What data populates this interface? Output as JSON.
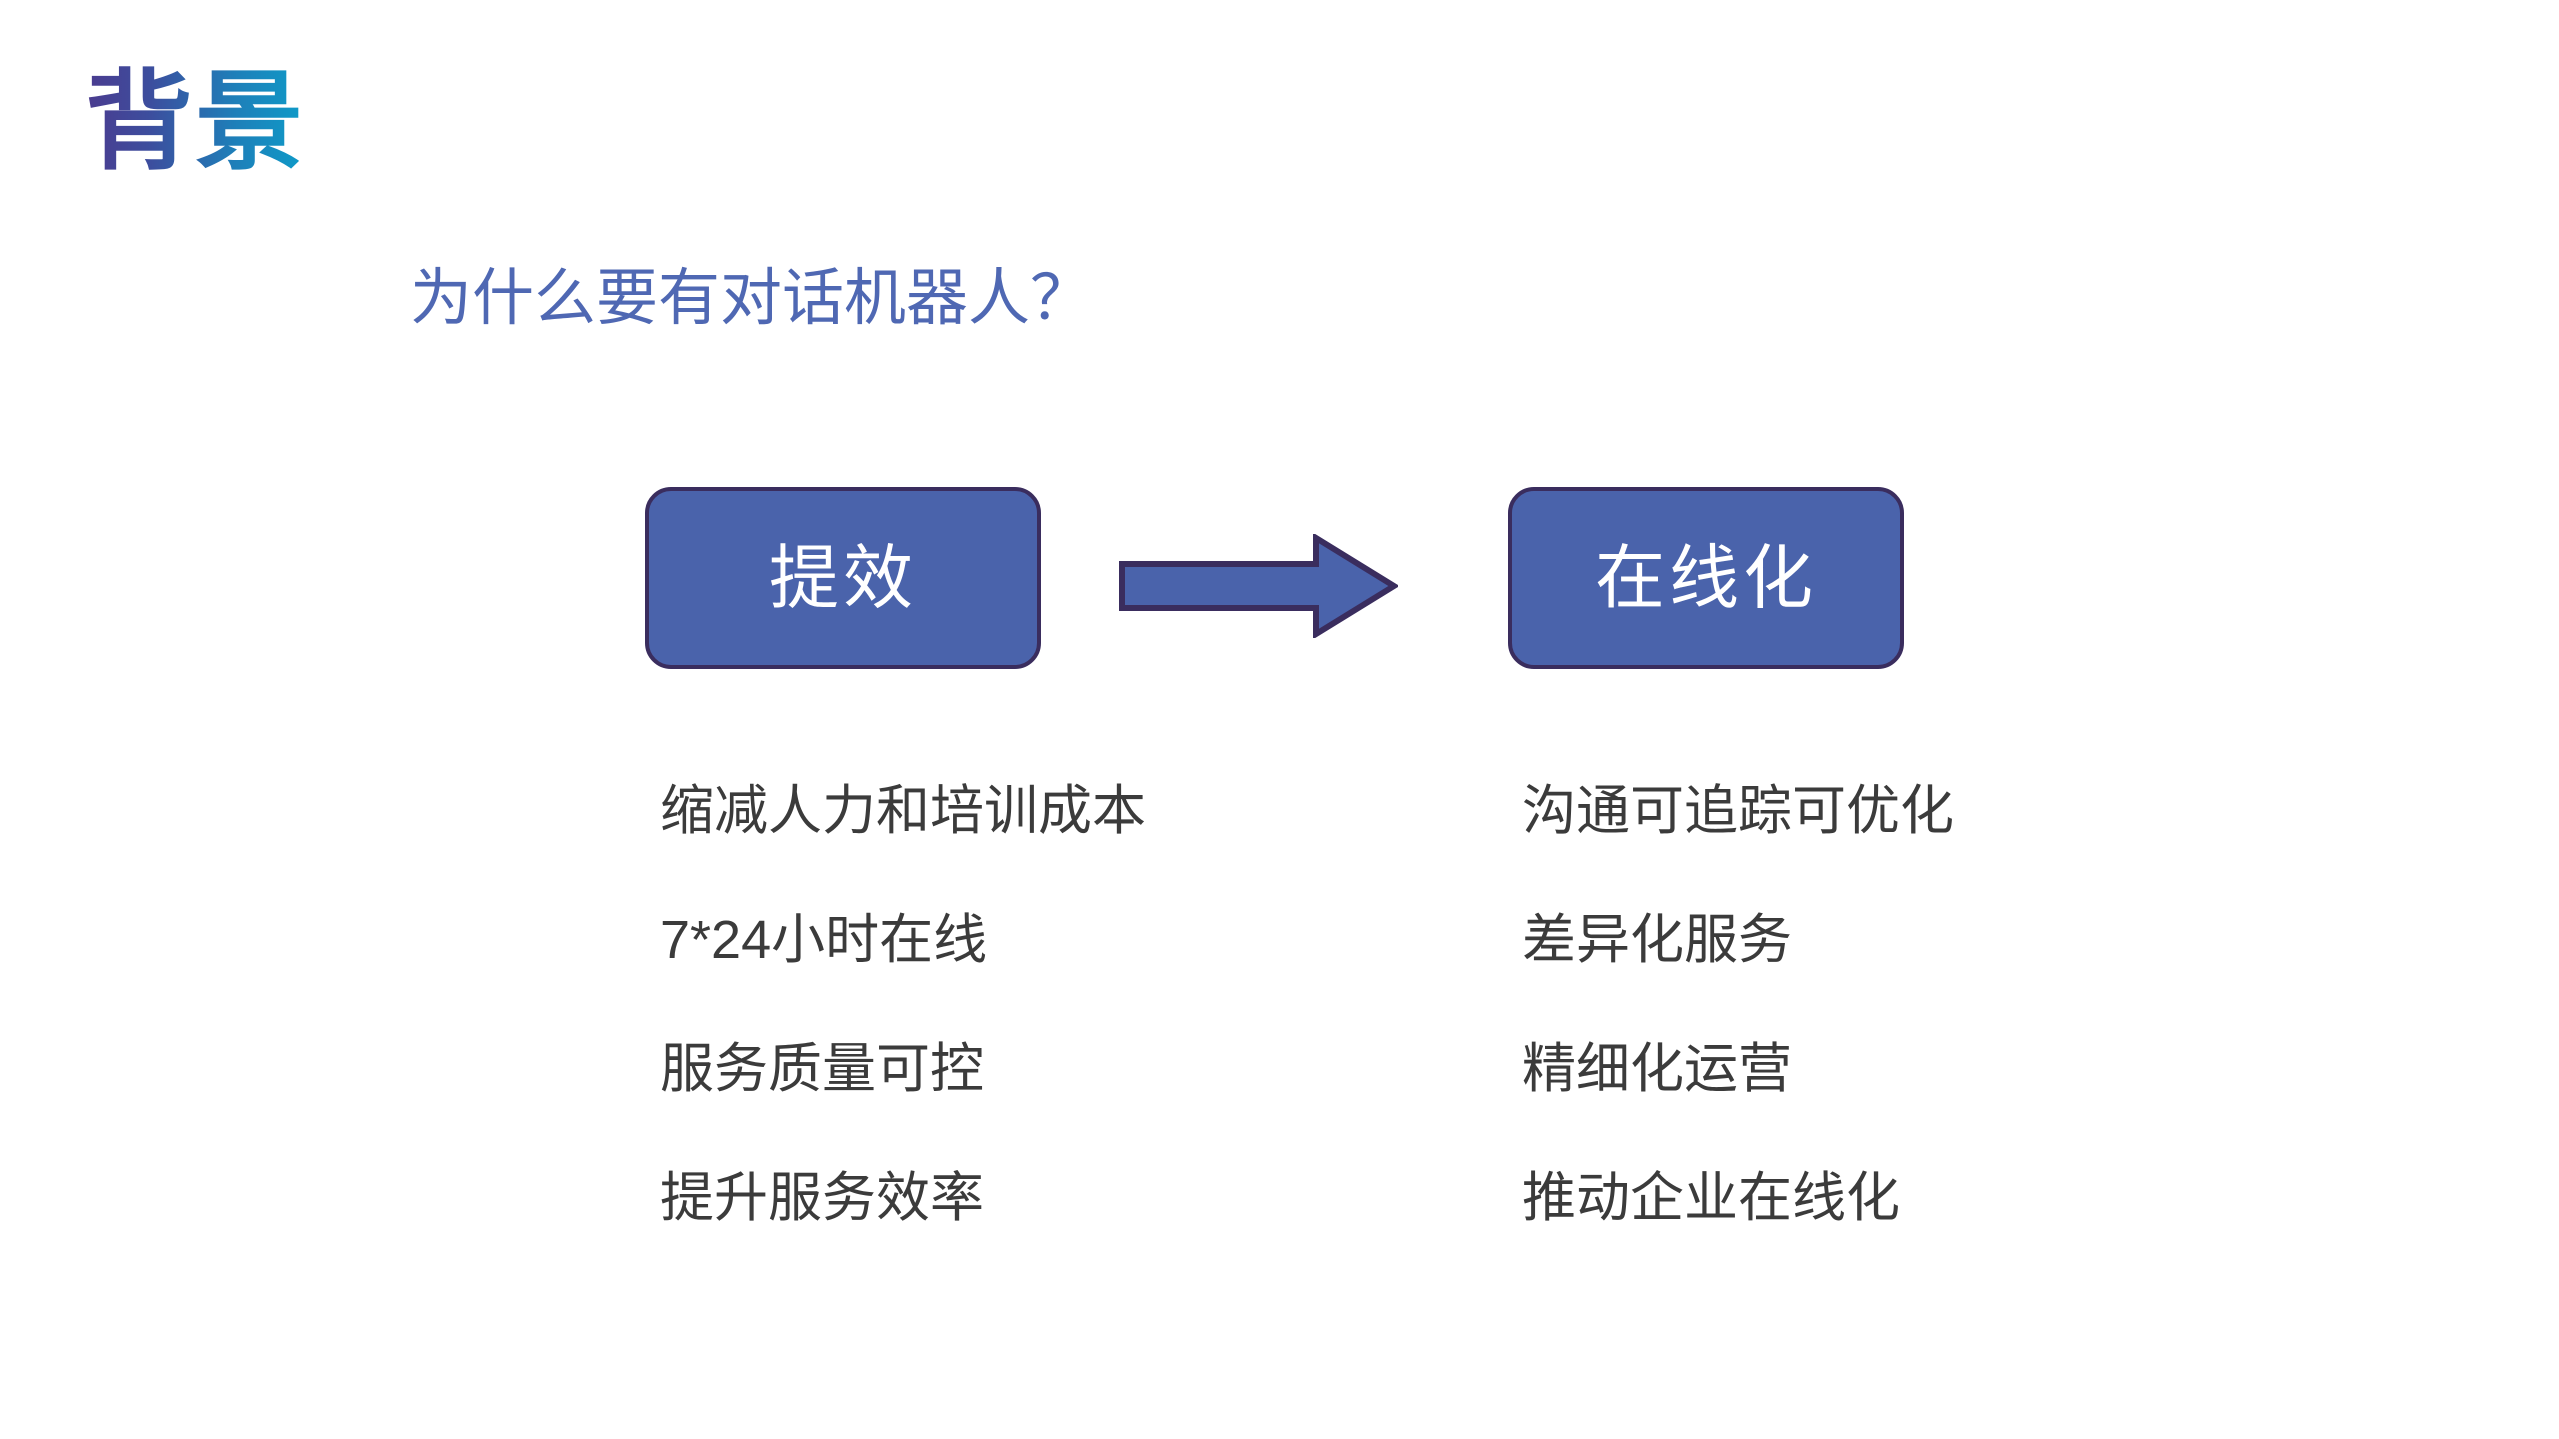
{
  "slide": {
    "title": "背景",
    "subtitle": "为什么要有对话机器人？",
    "background_color": "#FFFFFF",
    "title_gradient_start": "#4B3B8F",
    "title_gradient_end": "#0E9BC8",
    "subtitle_color": "#4F68B3",
    "body_text_color": "#3B3B3B"
  },
  "flow": {
    "box_fill_color": "#4A63AB",
    "box_border_color": "#3A2D5E",
    "box_text_color": "#FFFFFF",
    "arrow_icon": "arrow-right-block-icon",
    "boxes": [
      {
        "label": "提效"
      },
      {
        "label": "在线化"
      }
    ]
  },
  "columns": [
    {
      "id": "efficiency",
      "items": [
        "缩减人力和培训成本",
        "7*24小时在线",
        "服务质量可控",
        "提升服务效率"
      ]
    },
    {
      "id": "online",
      "items": [
        "沟通可追踪可优化",
        "差异化服务",
        "精细化运营",
        "推动企业在线化"
      ]
    }
  ]
}
